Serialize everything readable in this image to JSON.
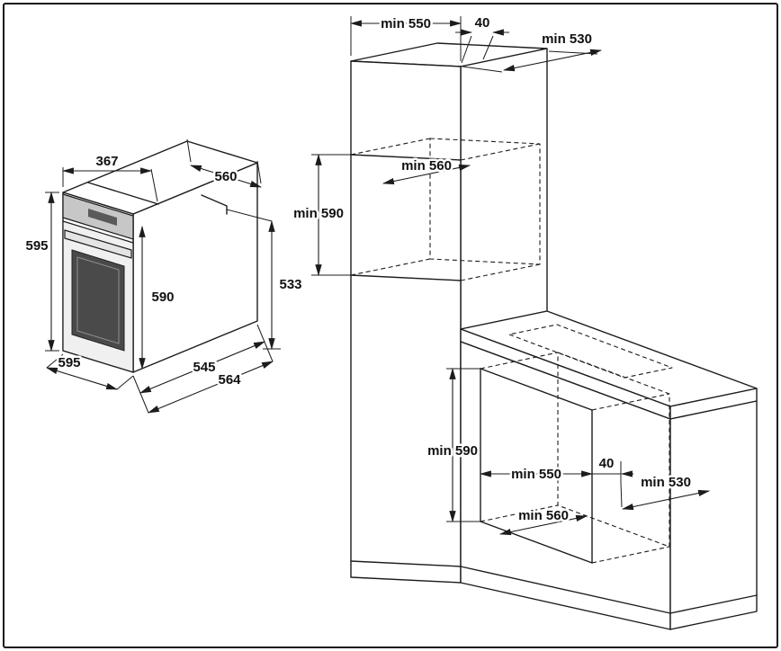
{
  "figure": {
    "kind": "built-in oven installation dimensions drawing",
    "line_color": "#1c1c1c",
    "background": "#ffffff"
  },
  "oven": {
    "dim_top_width": "367",
    "dim_top_depth": "560",
    "dim_height_left": "595",
    "dim_front_height": "590",
    "dim_body_height": "533",
    "dim_front_width": "595",
    "dim_depth_body": "545",
    "dim_depth_total": "564"
  },
  "tall_cabinet": {
    "dim_width": "min 550",
    "dim_front_gap": "40",
    "dim_depth": "min 530",
    "dim_niche_depth": "min 560",
    "dim_niche_height": "min 590"
  },
  "base_cabinet": {
    "dim_niche_height": "min 590",
    "dim_width": "min 550",
    "dim_front_gap": "40",
    "dim_depth": "min 530",
    "dim_niche_depth": "min 560"
  }
}
